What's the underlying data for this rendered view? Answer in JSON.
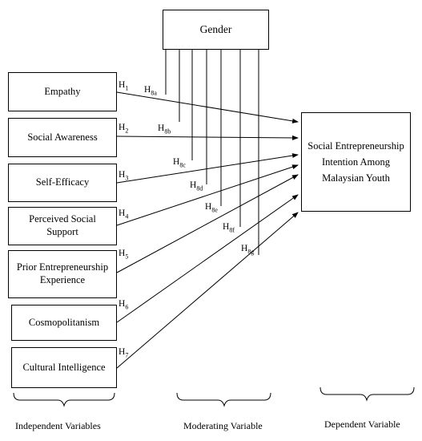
{
  "moderator": {
    "label": "Gender"
  },
  "dependent": {
    "label": "Social Entrepreneurship Intention Among Malaysian Youth"
  },
  "independents": [
    {
      "label": "Empathy",
      "h": "H",
      "h_sub": "1",
      "m_sub": "8a"
    },
    {
      "label": "Social Awareness",
      "h": "H",
      "h_sub": "2",
      "m_sub": "8b"
    },
    {
      "label": "Self-Efficacy",
      "h": "H",
      "h_sub": "3",
      "m_sub": "8c"
    },
    {
      "label": "Perceived Social Support",
      "h": "H",
      "h_sub": "4",
      "m_sub": "8d"
    },
    {
      "label": "Prior Entrepreneurship Experience",
      "h": "H",
      "h_sub": "5",
      "m_sub": "8e"
    },
    {
      "label": "Cosmopolitanism",
      "h": "H",
      "h_sub": "6",
      "m_sub": "8f"
    },
    {
      "label": "Cultural Intelligence",
      "h": "H",
      "h_sub": "7",
      "m_sub": "8g"
    }
  ],
  "captions": {
    "independent": "Independent Variables",
    "moderating": "Moderating Variable",
    "dependent": "Dependent Variable"
  }
}
